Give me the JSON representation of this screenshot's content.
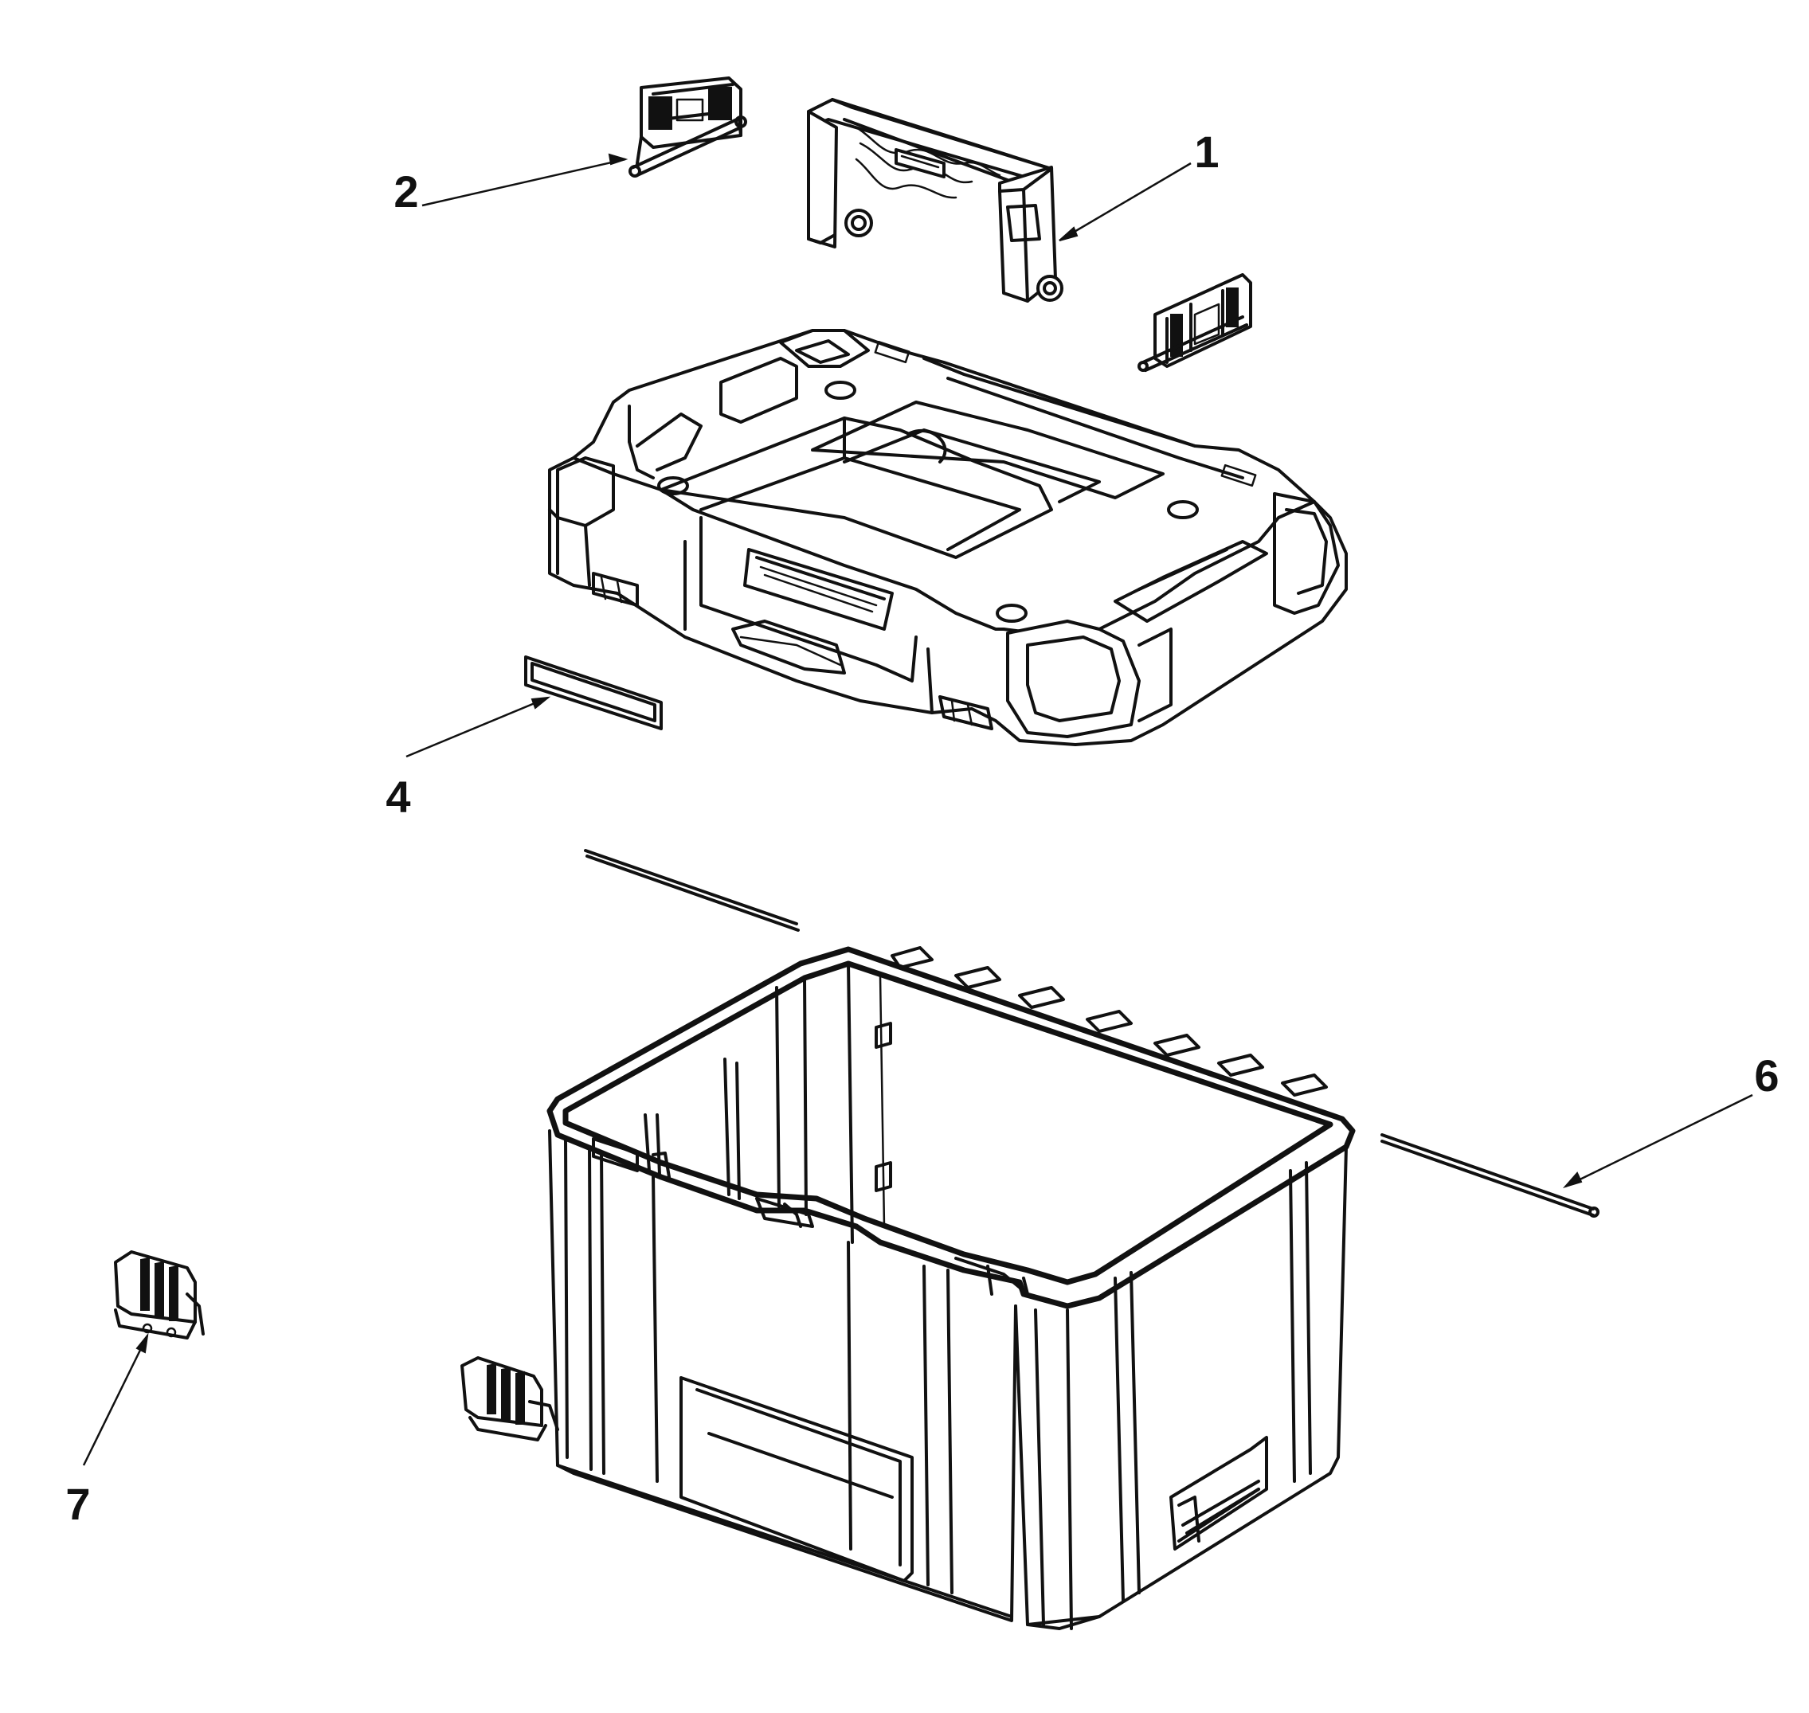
{
  "callouts": [
    {
      "id": "callout-1",
      "text": "1"
    },
    {
      "id": "callout-2",
      "text": "2"
    },
    {
      "id": "callout-4",
      "text": "4"
    },
    {
      "id": "callout-6",
      "text": "6"
    },
    {
      "id": "callout-7",
      "text": "7"
    }
  ]
}
